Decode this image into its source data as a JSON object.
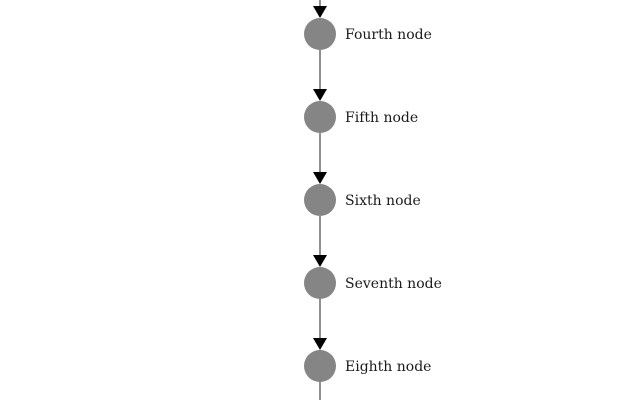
{
  "diagram": {
    "type": "vertical-flow",
    "colors": {
      "node_fill": "#858585",
      "edge": "#555555",
      "arrowhead": "#000000",
      "background": "#ffffff"
    },
    "nodes": [
      {
        "label": "Fourth node"
      },
      {
        "label": "Fifth node"
      },
      {
        "label": "Sixth node"
      },
      {
        "label": "Seventh node"
      },
      {
        "label": "Eighth node"
      }
    ]
  }
}
